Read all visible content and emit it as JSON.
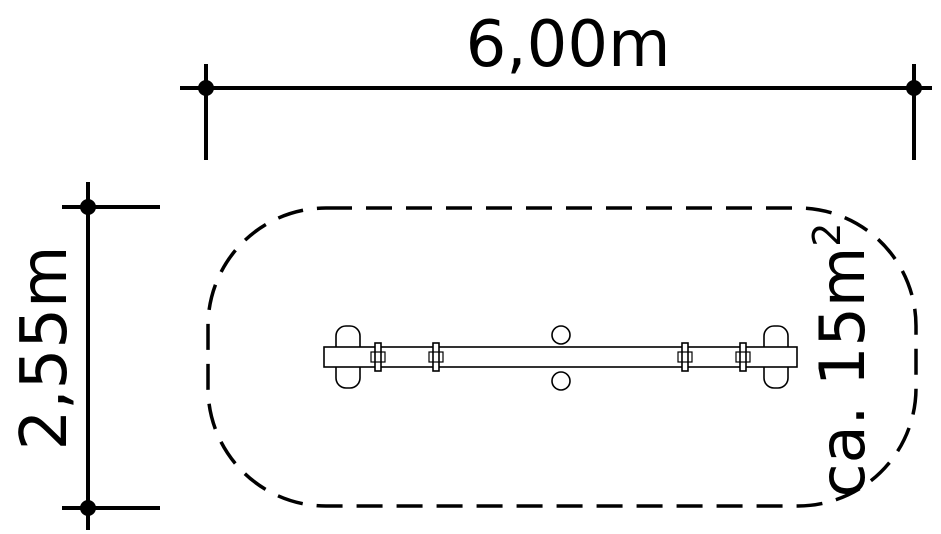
{
  "dimensions": {
    "width_label": "6,00m",
    "depth_label": "2,55m"
  },
  "area": {
    "label_prefix": "ca. 15m",
    "label_superscript": "2"
  },
  "colors": {
    "ink": "#000000",
    "background": "#ffffff"
  }
}
